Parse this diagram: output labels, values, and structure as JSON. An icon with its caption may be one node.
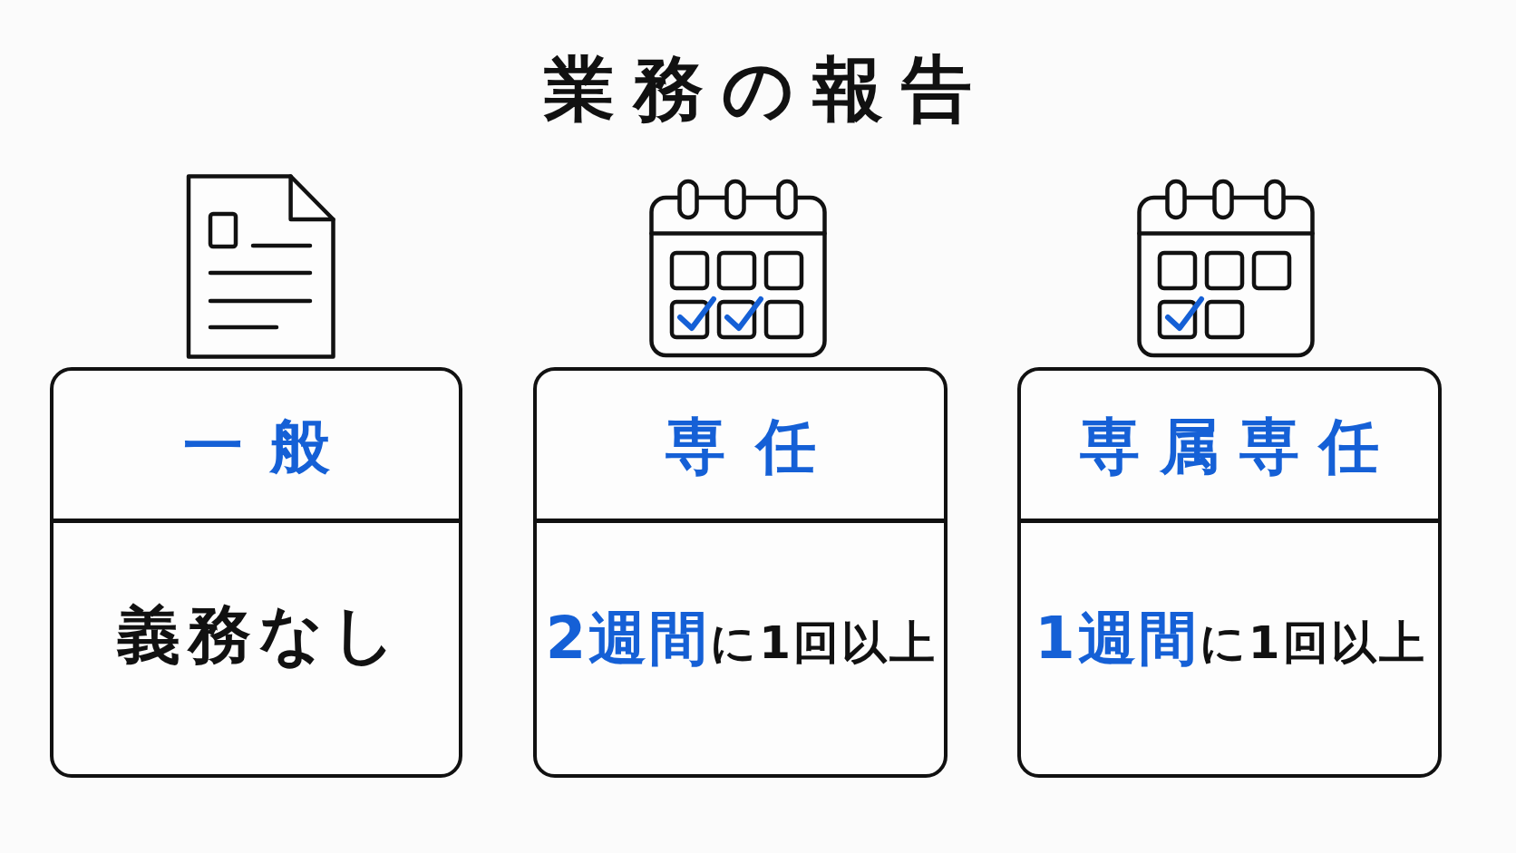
{
  "diagram": {
    "title": "業務の報告",
    "nodes": [
      {
        "text": [
          "一般",
          "義務なし"
        ]
      },
      {
        "text": [
          "専任",
          "**2週間**に1回以上"
        ]
      },
      {
        "text": [
          "専属専任",
          "**1週間**に1回以上"
        ]
      }
    ]
  }
}
